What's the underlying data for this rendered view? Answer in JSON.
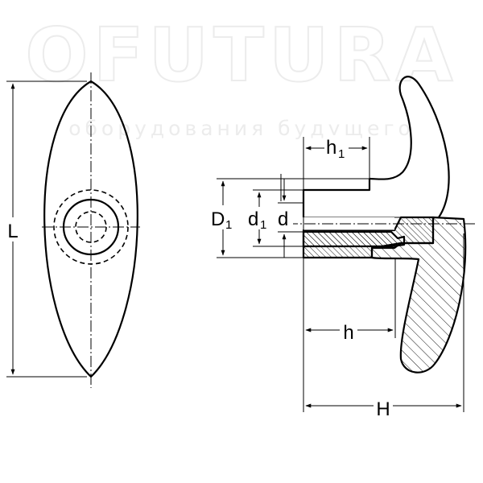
{
  "watermark": {
    "brand": "OFUTURA",
    "tagline": "оборудования будущего"
  },
  "dimensions": {
    "length": "L",
    "outer_diameter": {
      "base": "D",
      "sub": "1"
    },
    "inner_diameter": {
      "base": "d",
      "sub": "1"
    },
    "bore_diameter": "d",
    "hub_height": {
      "base": "h",
      "sub": "1"
    },
    "insert_depth": "h",
    "total_height": "H"
  }
}
